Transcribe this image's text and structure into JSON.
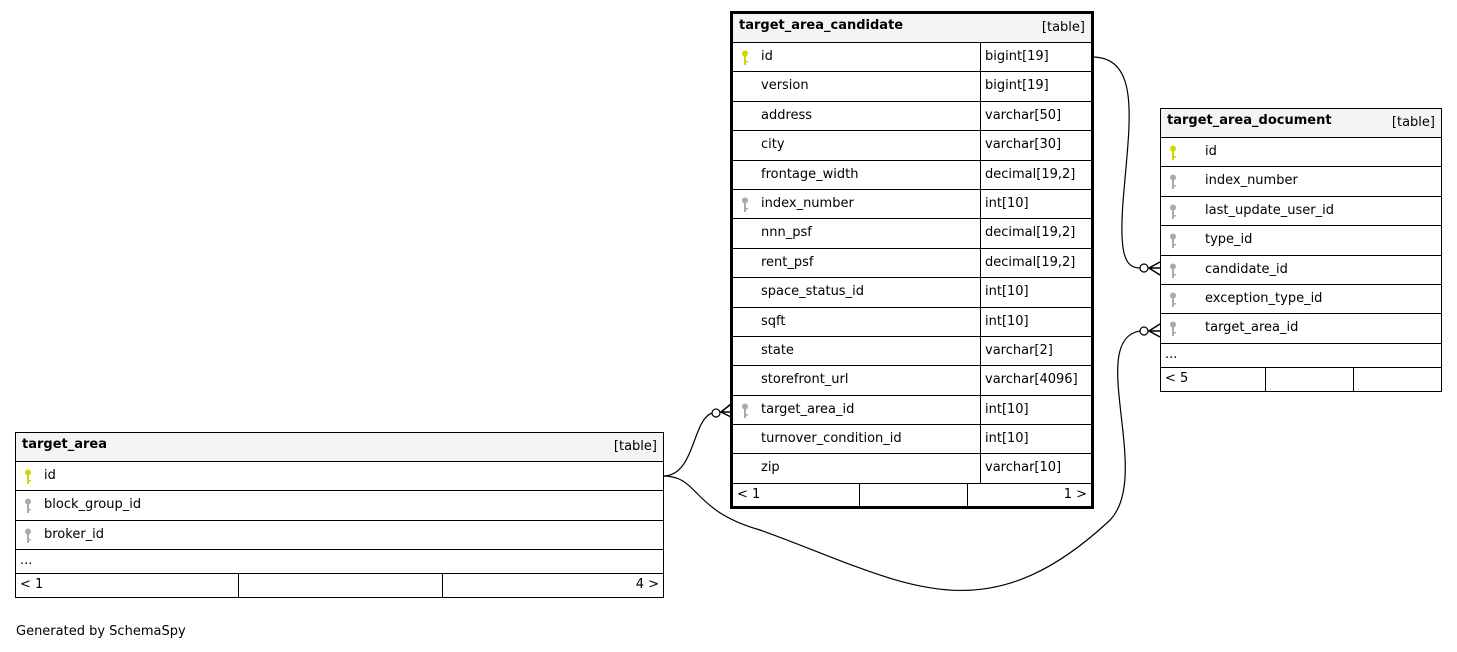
{
  "tables": {
    "candidate": {
      "name": "target_area_candidate",
      "kind": "[table]",
      "columns": [
        {
          "name": "id",
          "type": "bigint[19]",
          "key": "primary"
        },
        {
          "name": "version",
          "type": "bigint[19]",
          "key": ""
        },
        {
          "name": "address",
          "type": "varchar[50]",
          "key": ""
        },
        {
          "name": "city",
          "type": "varchar[30]",
          "key": ""
        },
        {
          "name": "frontage_width",
          "type": "decimal[19,2]",
          "key": ""
        },
        {
          "name": "index_number",
          "type": "int[10]",
          "key": "index"
        },
        {
          "name": "nnn_psf",
          "type": "decimal[19,2]",
          "key": ""
        },
        {
          "name": "rent_psf",
          "type": "decimal[19,2]",
          "key": ""
        },
        {
          "name": "space_status_id",
          "type": "int[10]",
          "key": ""
        },
        {
          "name": "sqft",
          "type": "int[10]",
          "key": ""
        },
        {
          "name": "state",
          "type": "varchar[2]",
          "key": ""
        },
        {
          "name": "storefront_url",
          "type": "varchar[4096]",
          "key": ""
        },
        {
          "name": "target_area_id",
          "type": "int[10]",
          "key": "index"
        },
        {
          "name": "turnover_condition_id",
          "type": "int[10]",
          "key": ""
        },
        {
          "name": "zip",
          "type": "varchar[10]",
          "key": ""
        }
      ],
      "footer_left": "< 1",
      "footer_right": "1 >"
    },
    "document": {
      "name": "target_area_document",
      "kind": "[table]",
      "columns": [
        {
          "name": "id",
          "key": "primary"
        },
        {
          "name": "index_number",
          "key": "index"
        },
        {
          "name": "last_update_user_id",
          "key": "index"
        },
        {
          "name": "type_id",
          "key": "index"
        },
        {
          "name": "candidate_id",
          "key": "index"
        },
        {
          "name": "exception_type_id",
          "key": "index"
        },
        {
          "name": "target_area_id",
          "key": "index"
        }
      ],
      "more": "...",
      "footer_left": "< 5",
      "footer_right": ""
    },
    "area": {
      "name": "target_area",
      "kind": "[table]",
      "columns": [
        {
          "name": "id",
          "key": "primary"
        },
        {
          "name": "block_group_id",
          "key": "index"
        },
        {
          "name": "broker_id",
          "key": "index"
        }
      ],
      "more": "...",
      "footer_left": "< 1",
      "footer_right": "4 >"
    }
  },
  "footer_text": "Generated by SchemaSpy",
  "colors": {
    "primary_key": "#d4d400",
    "index_key": "#aaaaaa",
    "header_bg": "#f4f4f4"
  }
}
